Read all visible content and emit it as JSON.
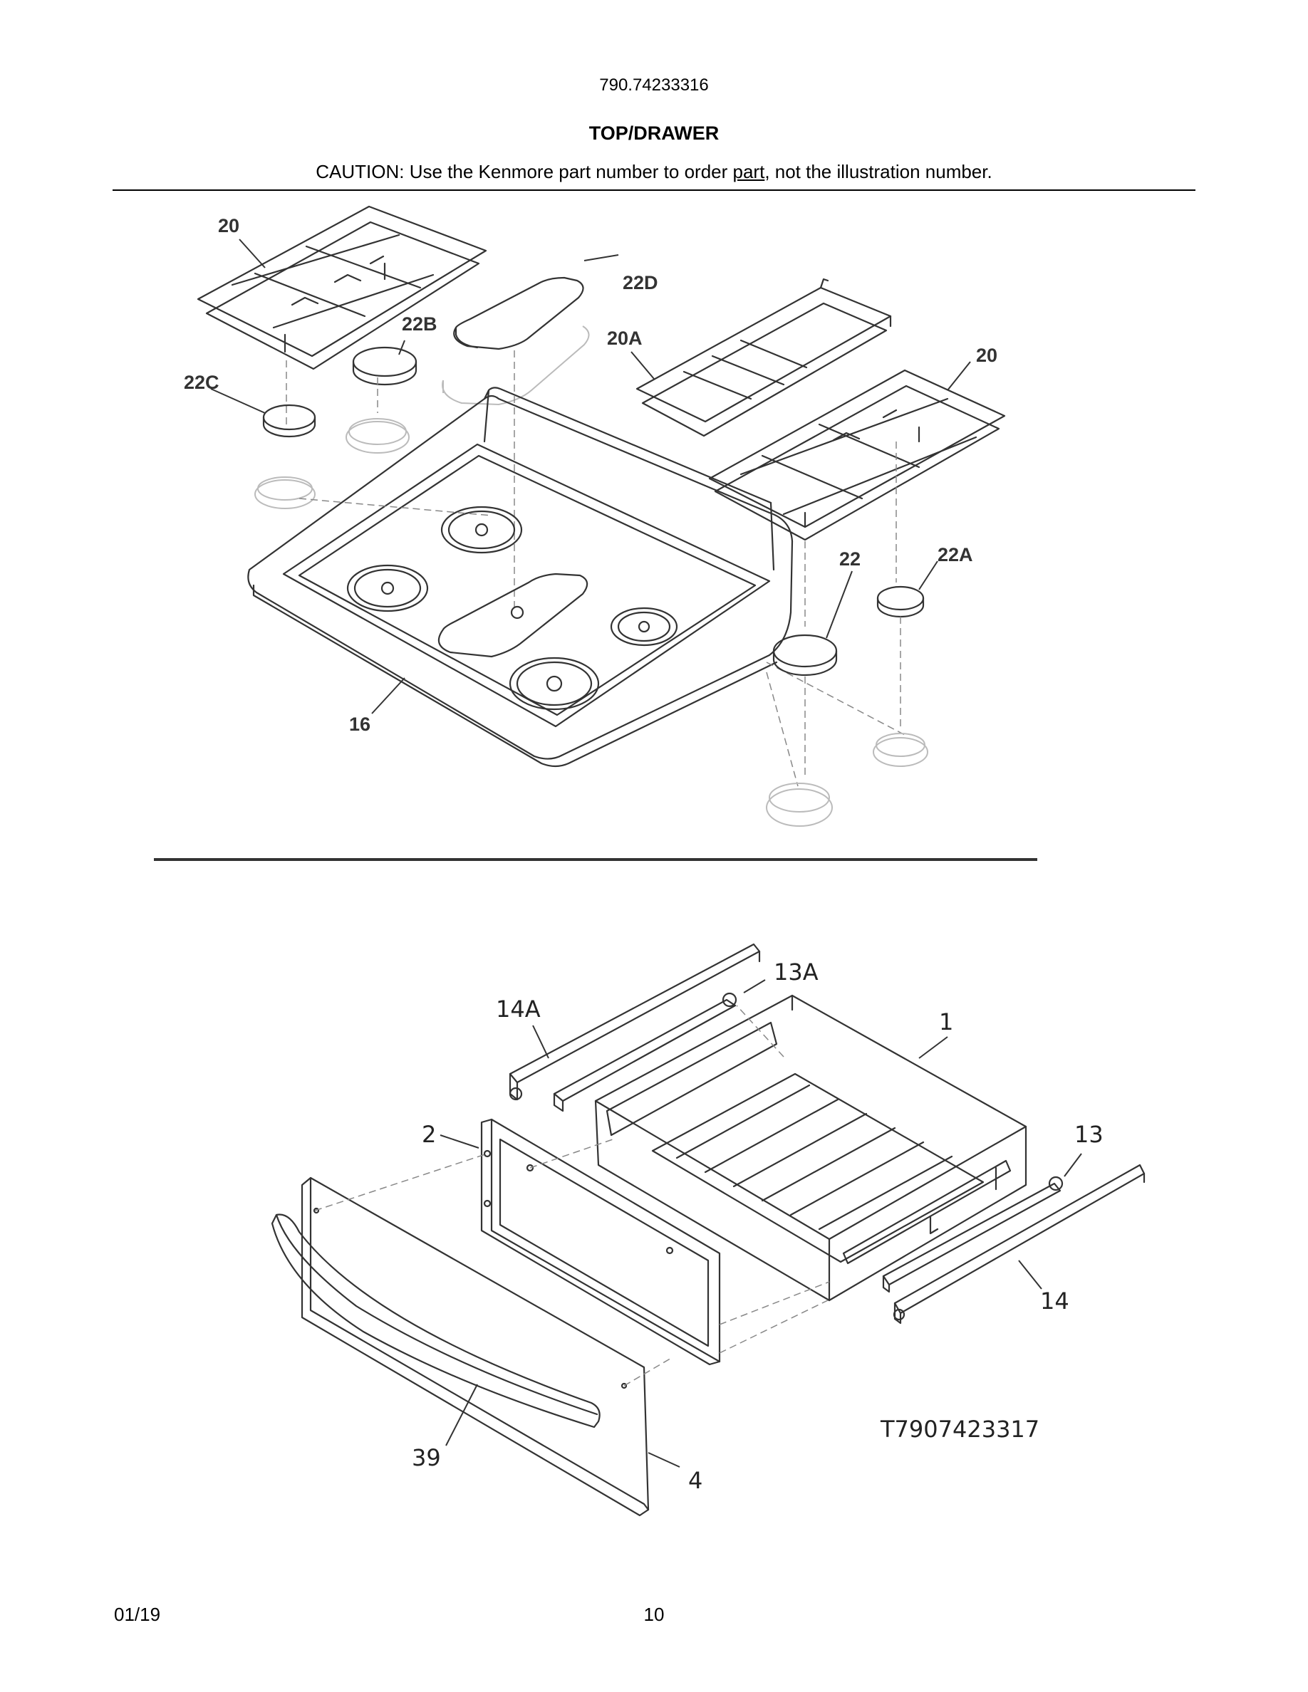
{
  "header": {
    "model_number": "790.74233316",
    "section_title": "TOP/DRAWER",
    "caution_prefix": "CAUTION: Use the Kenmore part number to order ",
    "caution_underlined": "part",
    "caution_suffix": ", not the illustration number."
  },
  "top_diagram": {
    "callouts": {
      "grate_left": "20",
      "cap_22d": "22D",
      "cap_22b": "22B",
      "grate_center": "20A",
      "grate_right": "20",
      "cap_22c": "22C",
      "cap_22": "22",
      "cap_22a": "22A",
      "cooktop": "16"
    }
  },
  "drawer_diagram": {
    "callouts": {
      "glide_13a": "13A",
      "glide_14a": "14A",
      "drawer_body": "1",
      "drawer_frame": "2",
      "glide_13": "13",
      "glide_14": "14",
      "handle": "39",
      "drawer_panel": "4"
    },
    "figure_id": "T7907423317"
  },
  "footer": {
    "date": "01/19",
    "page_number": "10"
  }
}
